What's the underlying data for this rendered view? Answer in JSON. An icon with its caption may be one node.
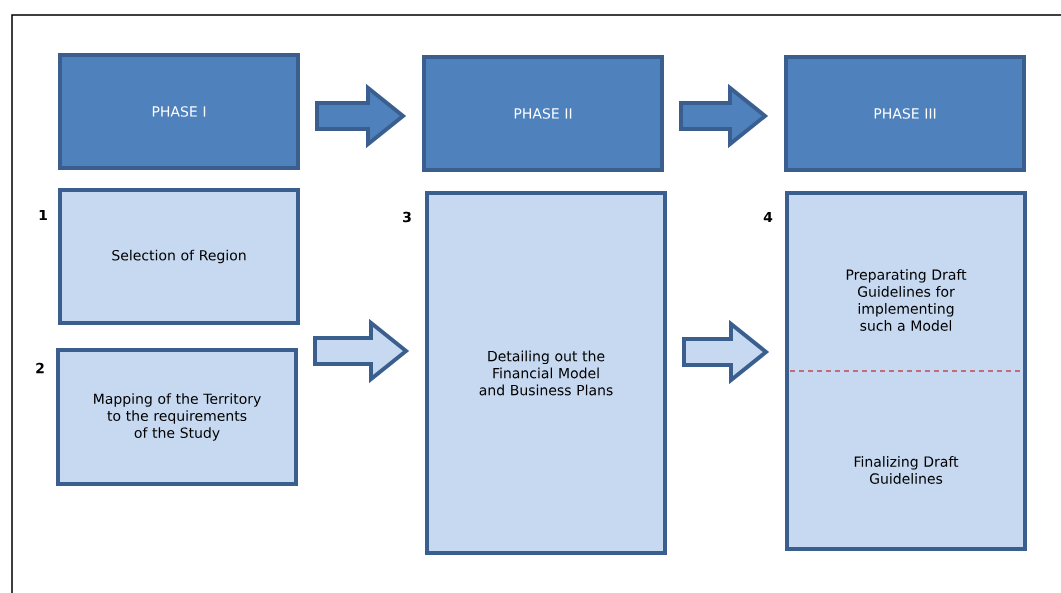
{
  "diagram": {
    "nodes": [
      {
        "text": [
          "PHASE I"
        ]
      },
      {
        "text": [
          "PHASE II"
        ]
      },
      {
        "text": [
          "PHASE III"
        ]
      },
      {
        "text": [
          "Selection of Region"
        ],
        "beside": [
          "1"
        ]
      },
      {
        "text": [
          "Mapping of the Territory to the requirements of the Study"
        ],
        "beside": [
          "2"
        ]
      },
      {
        "text": [
          "Detailing out the Financial Model and Business Plans"
        ],
        "beside": [
          "3"
        ]
      },
      {
        "text": [
          "Preparating Draft Guidelines for implementing such a Model",
          "Finalizing Draft Guidelines"
        ],
        "beside": [
          "4"
        ]
      }
    ],
    "edges": [
      {
        "from": 0,
        "to": 1,
        "arrow": "to",
        "color": "#4f81bd"
      },
      {
        "from": 1,
        "to": 2,
        "arrow": "to",
        "color": "#4f81bd"
      },
      {
        "from": 4,
        "to": 5,
        "arrow": "to",
        "color": "#c6d9f1"
      },
      {
        "from": 5,
        "to": 6,
        "arrow": "to",
        "color": "#c6d9f1"
      }
    ]
  }
}
